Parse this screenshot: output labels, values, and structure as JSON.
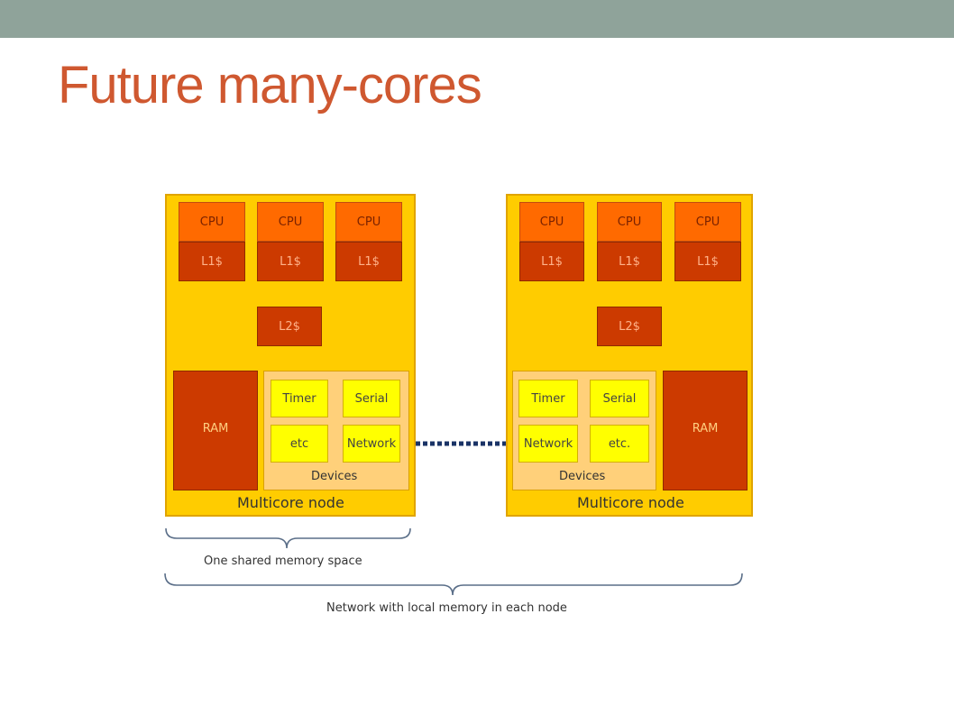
{
  "slide": {
    "title": "Future many-cores"
  },
  "node_left": {
    "cpus": [
      "CPU",
      "CPU",
      "CPU"
    ],
    "l1": [
      "L1$",
      "L1$",
      "L1$"
    ],
    "l2": "L2$",
    "ram": "RAM",
    "devices": {
      "timer": "Timer",
      "serial": "Serial",
      "etc": "etc",
      "network": "Network",
      "label": "Devices"
    },
    "label": "Multicore node"
  },
  "node_right": {
    "cpus": [
      "CPU",
      "CPU",
      "CPU"
    ],
    "l1": [
      "L1$",
      "L1$",
      "L1$"
    ],
    "l2": "L2$",
    "ram": "RAM",
    "devices": {
      "timer": "Timer",
      "serial": "Serial",
      "network": "Network",
      "etc": "etc.",
      "label": "Devices"
    },
    "label": "Multicore node"
  },
  "annotations": {
    "shared_memory": "One shared memory space",
    "network_memory": "Network with local memory in each node"
  },
  "colors": {
    "title": "#cf5830",
    "topbar": "#8fa39a",
    "node": "#ffcc00",
    "cpu": "#ff6a00",
    "cache": "#cc3a00",
    "device": "#ffff00",
    "bus": "#1a3366"
  }
}
